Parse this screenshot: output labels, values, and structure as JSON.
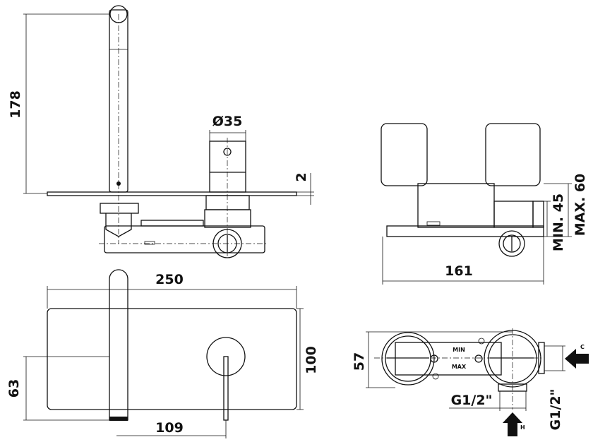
{
  "title": "Wall-mounted basin mixer technical drawing",
  "views": {
    "side": {
      "height_dim": "178",
      "handle_diameter": "Ø35",
      "plate_thickness": "2"
    },
    "rear_box": {
      "width_dim": "161",
      "min_depth": "MIN. 45",
      "max_depth": "MAX. 60"
    },
    "front": {
      "plate_width": "250",
      "plate_height": "100",
      "spout_height": "63",
      "spout_to_handle": "109"
    },
    "top_box": {
      "depth_dim": "57",
      "min_label": "MIN",
      "max_label": "MAX",
      "outlet_thread": "G1/2\"",
      "inlet_thread": "G1/2\"",
      "cold_label": "C",
      "hot_label": "H"
    }
  }
}
